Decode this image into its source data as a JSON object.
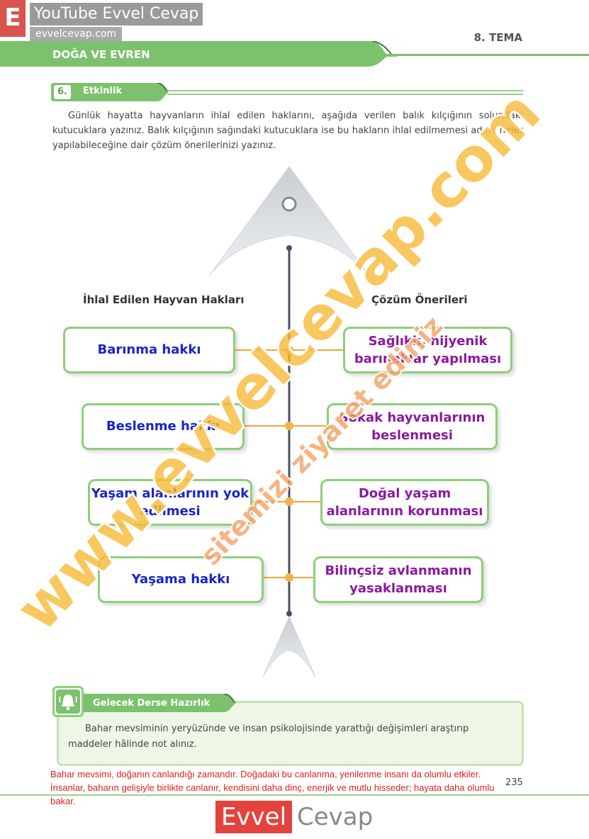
{
  "watermark": {
    "brand_letter": "E",
    "channel": "YouTube Evvel Cevap",
    "site": "evvelcevap.com",
    "diagonal_main": "www.evvelcevap.com",
    "diagonal_sub": "sitemizi ziyaret ediniz"
  },
  "header": {
    "unit": "DOĞA VE EVREN",
    "theme": "8. TEMA"
  },
  "activity": {
    "number": "6.",
    "label": "Etkinlik",
    "instructions": "Günlük hayatta hayvanların ihlal edilen haklarını, aşağıda verilen balık kılçığının solundaki kutucuklara yazınız. Balık kılçığının sağındaki kutucuklara ise bu hakların ihlal edilmemesi adına neler yapılabileceğine dair çözüm önerilerinizi yazınız."
  },
  "diagram": {
    "left_heading": "İhlal Edilen Hayvan Hakları",
    "right_heading": "Çözüm Önerileri",
    "rows": [
      {
        "left": "Barınma hakkı",
        "right": "Sağlıklı, hijyenik barınaklar yapılması"
      },
      {
        "left": "Beslenme hakkı",
        "right": "Sokak hayvanlarının beslenmesi"
      },
      {
        "left": "Yaşam alanlarının yok edilmesi",
        "right": "Doğal yaşam alanlarının korunması"
      },
      {
        "left": "Yaşama hakkı",
        "right": "Bilinçsiz avlanmanın yasaklanması"
      }
    ]
  },
  "preparation": {
    "label": "Gelecek Derse Hazırlık",
    "text": "Bahar mevsiminin yeryüzünde ve insan psikolojisinde yarattığı değişimleri araştırıp maddeler hâlinde not alınız."
  },
  "answer": "Bahar mevsimi, doğanın canlandığı zamandır. Doğadaki bu canlanma, yenilenme insanı da olumlu etkiler. İnsanlar, baharın gelişiyle birlikte canlanır, kendisini daha dinç, enerjik ve mutlu hisseder; hayata daha olumlu bakar.",
  "page_number": "235",
  "footer_logo": {
    "part1": "Evvel",
    "part2": "Cevap"
  },
  "colors": {
    "green": "#7cc16d",
    "box_border": "#8ccf7a",
    "left_text": "#1a24c9",
    "right_text": "#8a1a9e",
    "connector": "#f0a33a",
    "answer_text": "#e0201b"
  }
}
